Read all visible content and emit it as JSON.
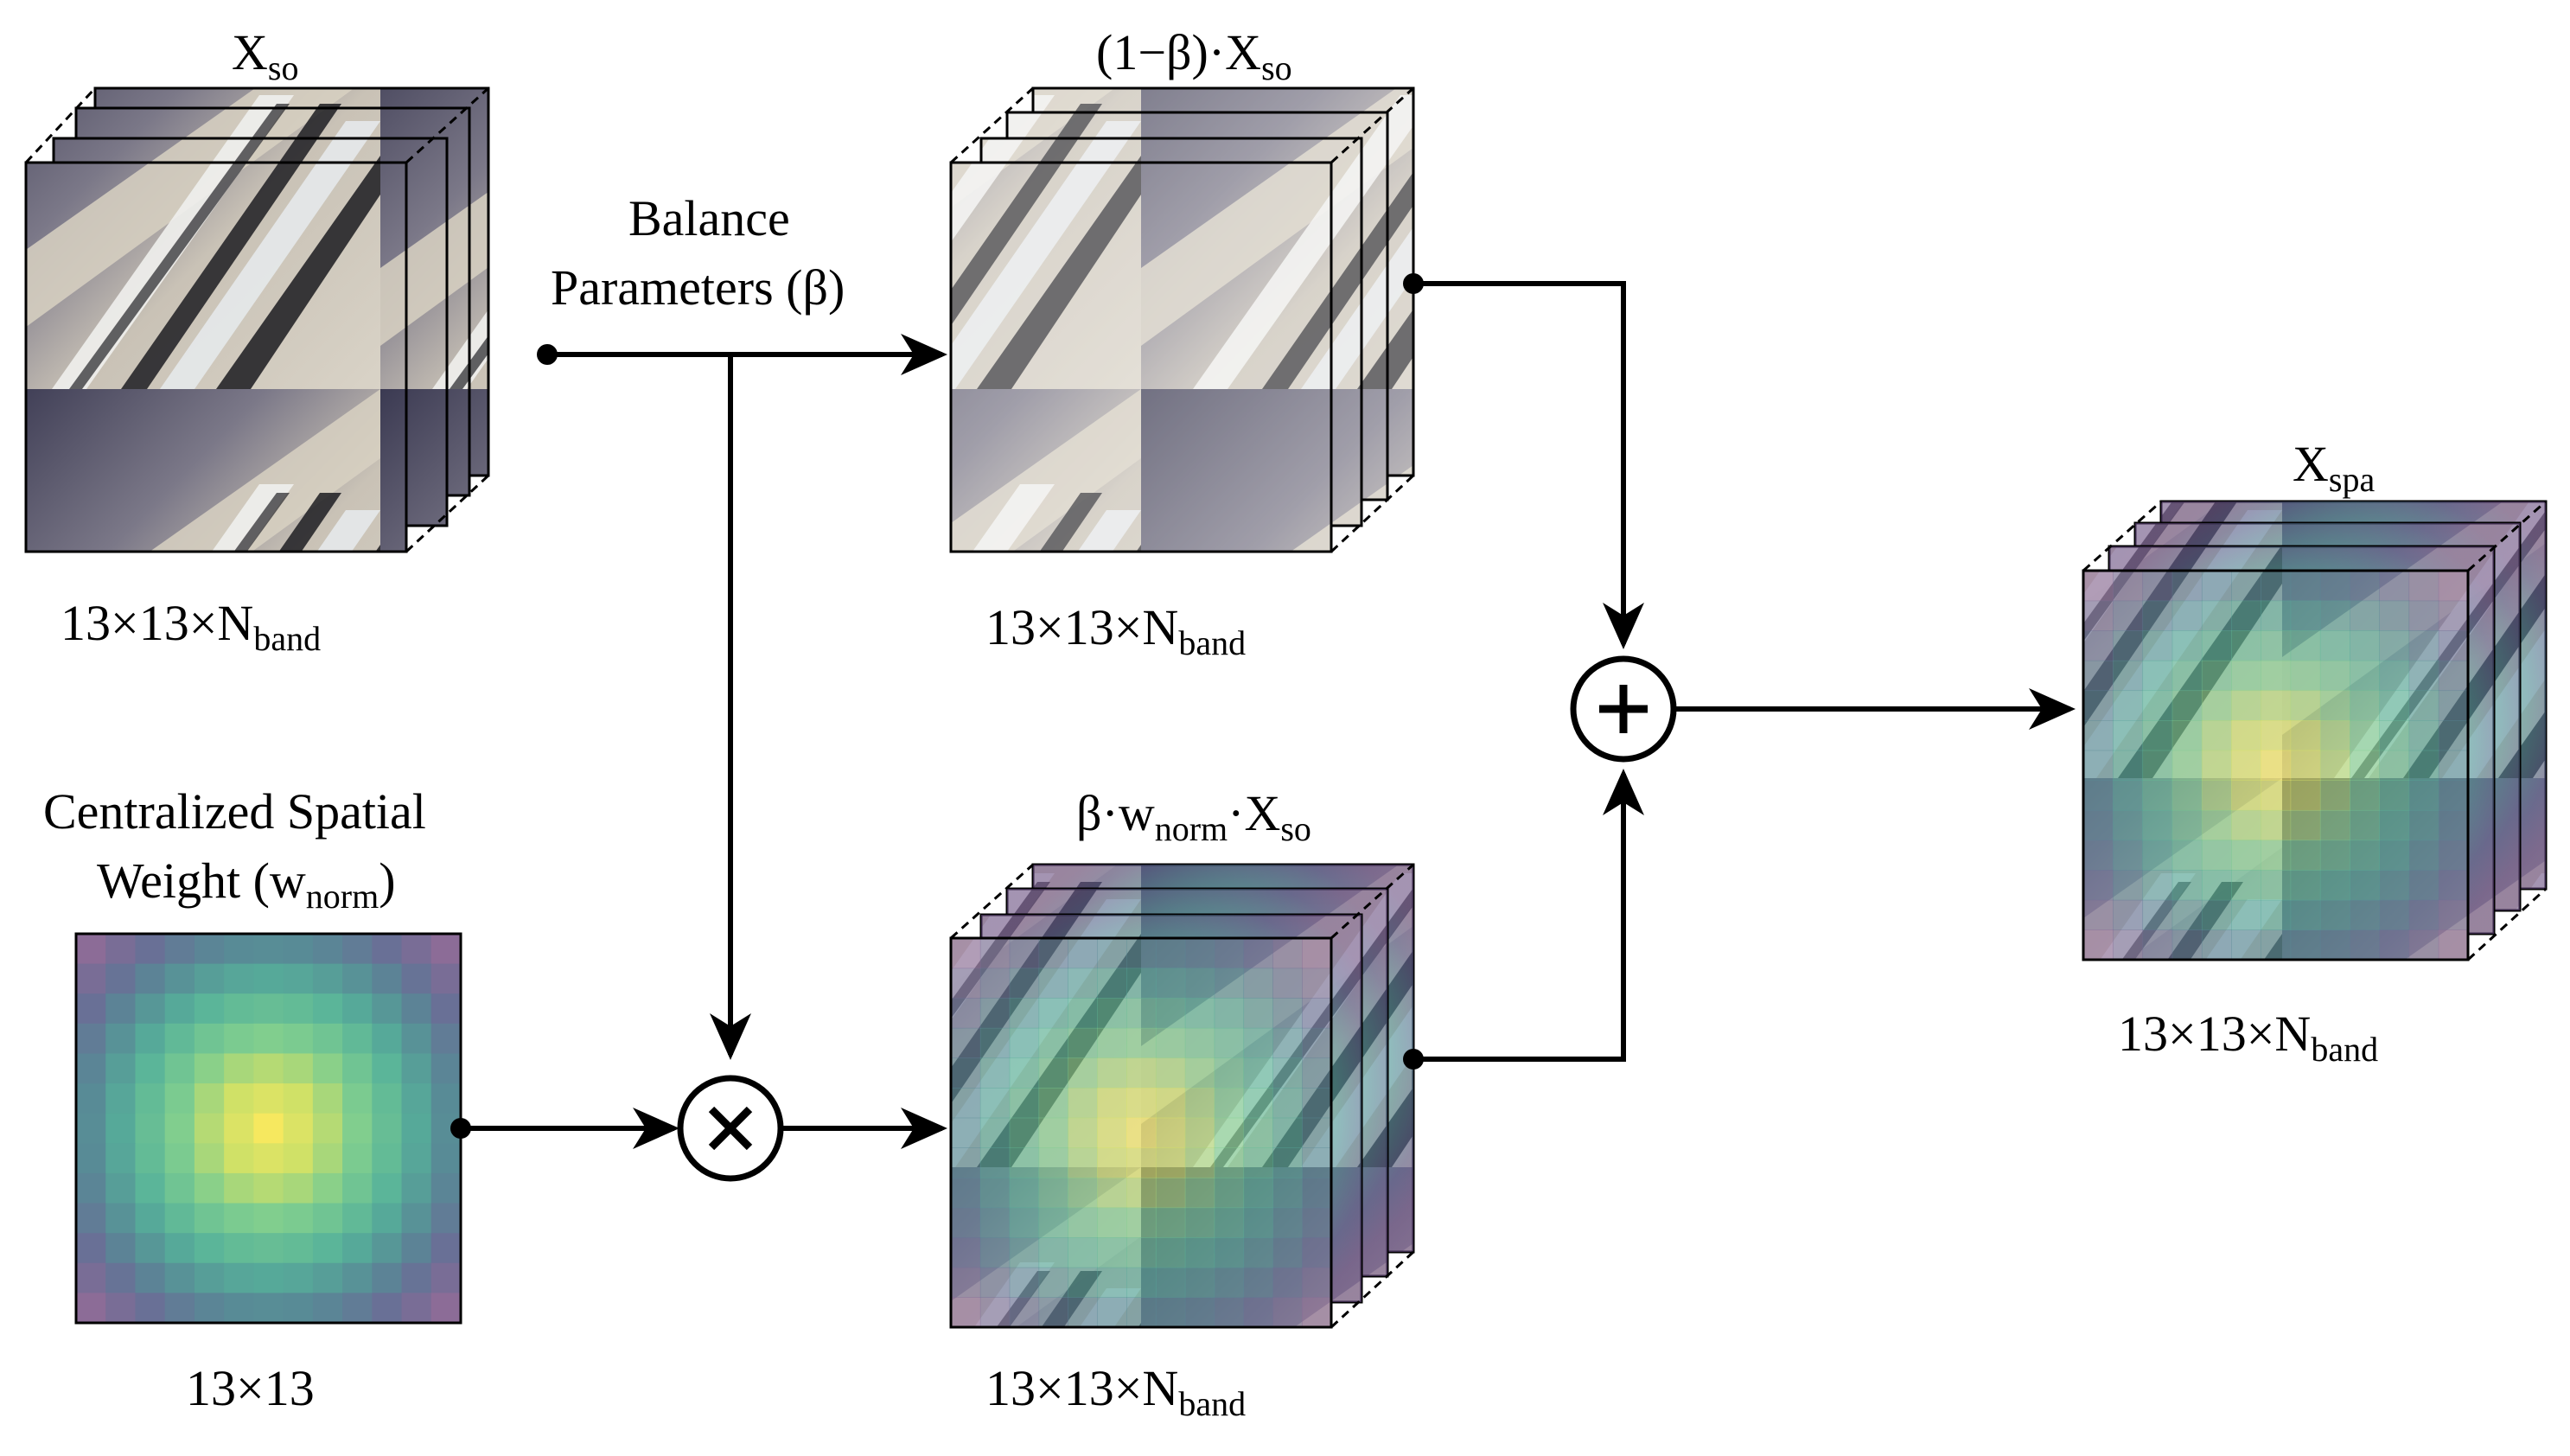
{
  "cubes": {
    "xso": {
      "title_main": "X",
      "title_sub": "so",
      "dim_main": "13×13×N",
      "dim_sub": "band"
    },
    "one_minus_beta": {
      "title_main": "(1−β)·X",
      "title_sub": "so",
      "dim_main": "13×13×N",
      "dim_sub": "band"
    },
    "weighted": {
      "title_a": "β·w",
      "title_a_sub": "norm",
      "title_b": "·X",
      "title_b_sub": "so",
      "dim_main": "13×13×N",
      "dim_sub": "band"
    },
    "xspa": {
      "title_main": "X",
      "title_sub": "spa",
      "dim_main": "13×13×N",
      "dim_sub": "band"
    }
  },
  "balance": {
    "line1": "Balance",
    "line2": "Parameters (β)"
  },
  "weight": {
    "line1": "Centralized Spatial",
    "line2_main": "Weight (w",
    "line2_sub": "norm",
    "line2_end": ")",
    "dim": "13×13"
  },
  "operators": {
    "multiply": "multiply-operator",
    "add": "add-operator"
  },
  "colors": {
    "line": "#000000",
    "viridis_center": "#f5e861",
    "viridis_mid": "#6bc49a",
    "viridis_edge": "#8a6b97"
  }
}
